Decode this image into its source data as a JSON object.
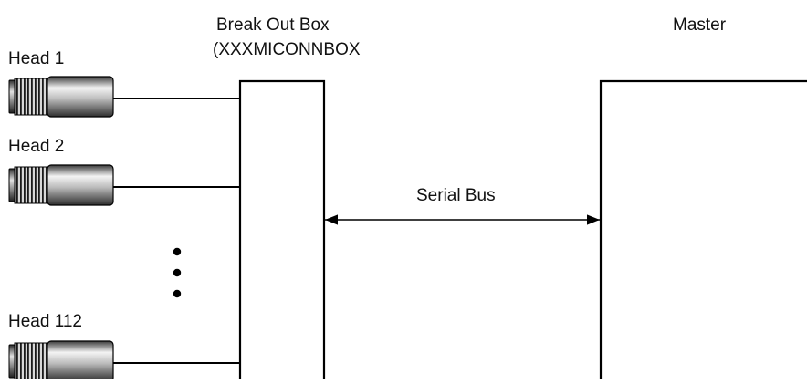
{
  "labels": {
    "box_title_line1": "Break Out Box",
    "box_title_line2": "(XXXMICONNBOX",
    "master": "Master",
    "serial_bus": "Serial Bus"
  },
  "heads": [
    {
      "label": "Head 1"
    },
    {
      "label": "Head 2"
    },
    {
      "label": "Head 112"
    }
  ],
  "colors": {
    "line": "#000000",
    "sensor_body_light": "#f2f2f2",
    "sensor_body_dark": "#4a4a4a",
    "thread": "#1a1a1a"
  },
  "icons": {
    "sensor": "sensor-head-icon",
    "ellipsis": "vertical-ellipsis-icon"
  }
}
